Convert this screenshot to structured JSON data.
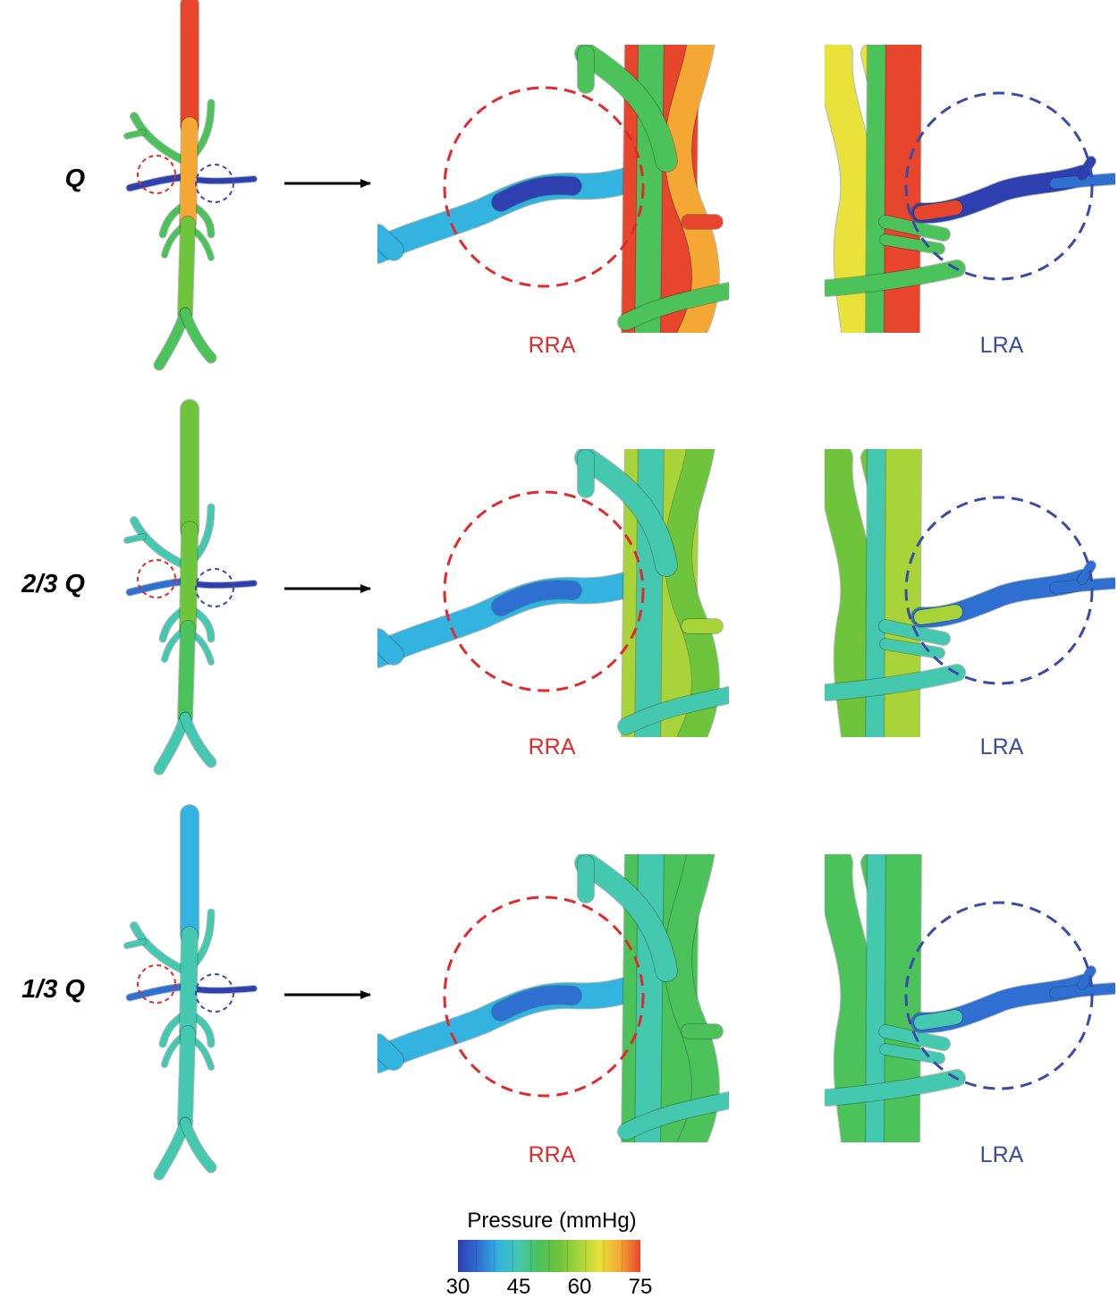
{
  "rows": [
    {
      "label": "Q",
      "level": 1.0
    },
    {
      "label": "2/3 Q",
      "level": 0.45
    },
    {
      "label": "1/3 Q",
      "level": 0.1
    }
  ],
  "zoom_labels": {
    "right": "RRA",
    "left": "LRA"
  },
  "colors": {
    "rra": "#e3292c",
    "lra": "#3a4aa8"
  },
  "colorbar": {
    "title": "Pressure (mmHg)",
    "min": 30,
    "max": 75,
    "ticks": [
      "30",
      "45",
      "60",
      "75"
    ],
    "colors": [
      "#2e3fb0",
      "#2f6fd2",
      "#33b3e0",
      "#45c8b0",
      "#4cc25a",
      "#6ec43a",
      "#a8d43a",
      "#e8e23a",
      "#f4a733",
      "#e8452d"
    ]
  }
}
